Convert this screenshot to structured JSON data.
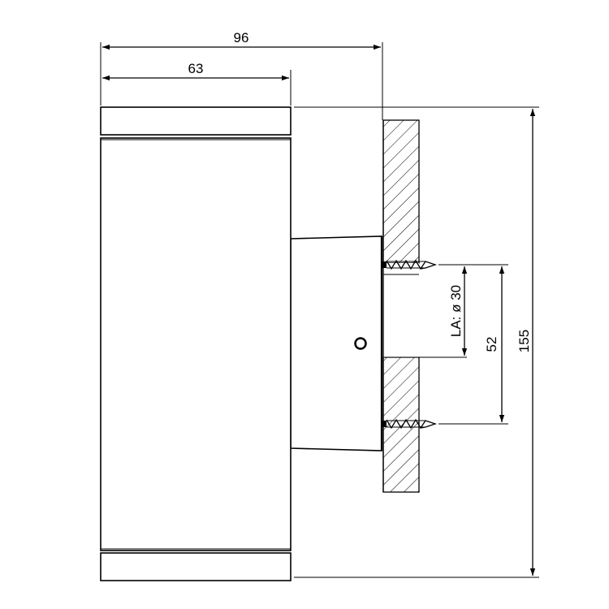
{
  "dimensions": {
    "overall_width": "96",
    "body_width": "63",
    "height": "155",
    "screw_spacing": "52",
    "cable_hole": "LA: ø 30"
  },
  "colors": {
    "line": "#000000",
    "background": "#ffffff"
  }
}
